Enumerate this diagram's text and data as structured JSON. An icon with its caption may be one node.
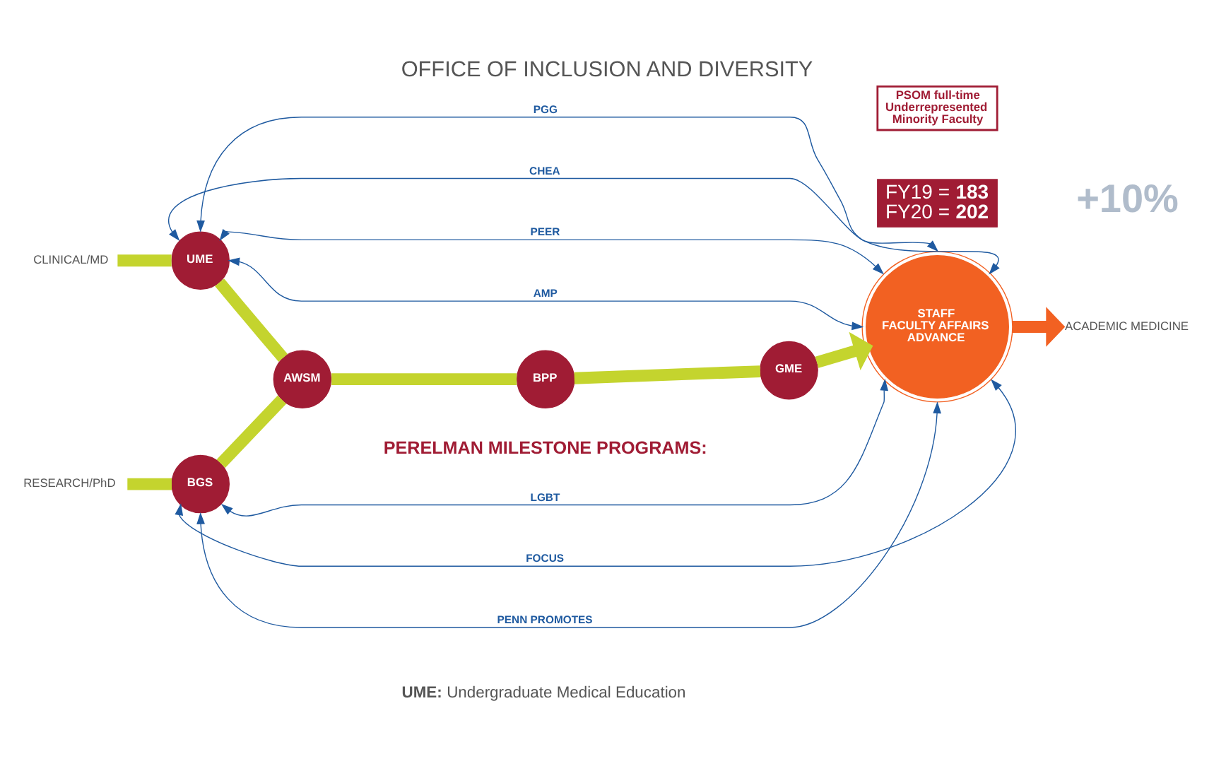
{
  "diagram": {
    "title": "OFFICE OF INCLUSION AND DIVERSITY",
    "nodes": [
      {
        "text": [
          "CLINICAL/MD"
        ]
      },
      {
        "text": [
          "RESEARCH/PhD"
        ]
      },
      {
        "text": [
          "UME"
        ]
      },
      {
        "text": [
          "BGS"
        ]
      },
      {
        "text": [
          "AWSM"
        ]
      },
      {
        "text": [
          "BPP"
        ]
      },
      {
        "text": [
          "GME"
        ]
      },
      {
        "text": [
          "STAFF",
          "FACULTY AFFAIRS",
          "ADVANCE"
        ]
      },
      {
        "text": [
          "ACADEMIC MEDICINE"
        ]
      },
      {
        "text": [
          "PSOM full-time Underrepresented Minority Faculty"
        ]
      },
      {
        "text": [
          "FY19 = **183**",
          "FY20 = **202**"
        ]
      }
    ],
    "edges": [
      {
        "from": 0,
        "to": 2,
        "arrow": "none",
        "color": "#c4d42e"
      },
      {
        "from": 1,
        "to": 3,
        "arrow": "none",
        "color": "#c4d42e"
      },
      {
        "from": 2,
        "to": 4,
        "arrow": "none",
        "color": "#c4d42e"
      },
      {
        "from": 3,
        "to": 4,
        "arrow": "none",
        "color": "#c4d42e"
      },
      {
        "from": 4,
        "to": 5,
        "arrow": "none",
        "color": "#c4d42e"
      },
      {
        "from": 5,
        "to": 6,
        "arrow": "none",
        "color": "#c4d42e"
      },
      {
        "from": 6,
        "to": 7,
        "arrow": "to",
        "color": "#c4d42e"
      },
      {
        "from": 7,
        "to": 8,
        "arrow": "to",
        "color": "#f26122"
      },
      {
        "from": 7,
        "to": 2,
        "arrow": "both",
        "label": "CHEA",
        "color": "#1f5aa0"
      },
      {
        "from": 7,
        "to": 2,
        "arrow": "both",
        "label": "PGG",
        "color": "#1f5aa0"
      },
      {
        "from": 7,
        "to": 2,
        "arrow": "both",
        "label": "PEER",
        "color": "#1f5aa0"
      },
      {
        "from": 7,
        "to": 2,
        "arrow": "both",
        "label": "AMP",
        "color": "#1f5aa0"
      },
      {
        "from": 7,
        "to": 3,
        "arrow": "both",
        "label": "FOCUS",
        "color": "#1f5aa0"
      },
      {
        "from": 7,
        "to": 3,
        "arrow": "both",
        "label": "PENN PROMOTES",
        "color": "#1f5aa0"
      },
      {
        "from": 7,
        "to": 3,
        "arrow": "both",
        "label": "LGBT",
        "color": "#1f5aa0"
      }
    ],
    "labels": [
      "+10%",
      "PERELMAN MILESTONE PROGRAMS:",
      "**UME:** Undergraduate Medical Education"
    ]
  }
}
